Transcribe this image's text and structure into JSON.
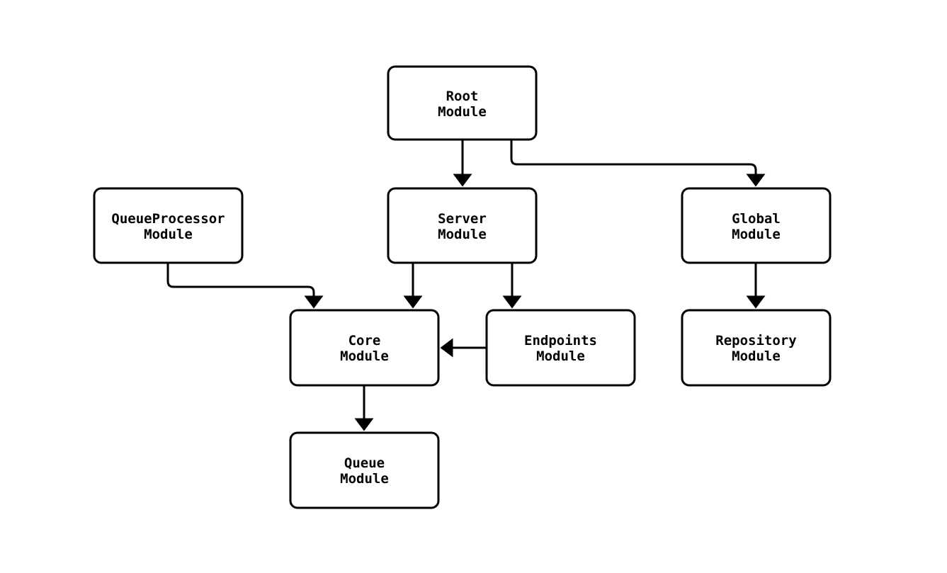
{
  "diagram": {
    "type": "module-dependency-graph",
    "background_color": "#ffffff",
    "node_fill_color": "#ffffff",
    "line_color": "#000000",
    "nodes": [
      {
        "id": "root",
        "lines": [
          "Root",
          "Module"
        ]
      },
      {
        "id": "queueprocessor",
        "lines": [
          "QueueProcessor",
          "Module"
        ]
      },
      {
        "id": "server",
        "lines": [
          "Server",
          "Module"
        ]
      },
      {
        "id": "global",
        "lines": [
          "Global",
          "Module"
        ]
      },
      {
        "id": "core",
        "lines": [
          "Core",
          "Module"
        ]
      },
      {
        "id": "endpoints",
        "lines": [
          "Endpoints",
          "Module"
        ]
      },
      {
        "id": "repository",
        "lines": [
          "Repository",
          "Module"
        ]
      },
      {
        "id": "queue",
        "lines": [
          "Queue",
          "Module"
        ]
      }
    ],
    "edges": [
      {
        "from": "root",
        "to": "server"
      },
      {
        "from": "root",
        "to": "global"
      },
      {
        "from": "queueprocessor",
        "to": "core"
      },
      {
        "from": "server",
        "to": "core"
      },
      {
        "from": "server",
        "to": "endpoints"
      },
      {
        "from": "endpoints",
        "to": "core"
      },
      {
        "from": "global",
        "to": "repository"
      },
      {
        "from": "core",
        "to": "queue"
      }
    ]
  }
}
